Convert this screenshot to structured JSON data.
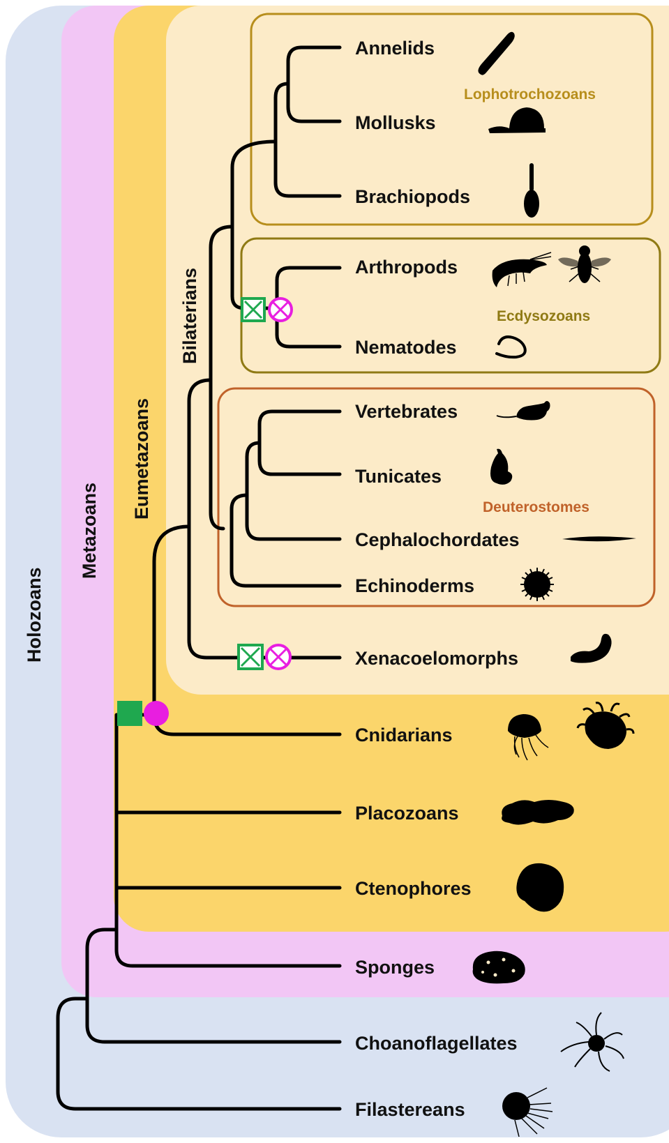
{
  "groups": {
    "holozoans": "Holozoans",
    "metazoans": "Metazoans",
    "eumetazoans": "Eumetazoans",
    "bilaterians": "Bilaterians"
  },
  "clades": {
    "lophotrochozoans": "Lophotrochozoans",
    "ecdysozoans": "Ecdysozoans",
    "deuterostomes": "Deuterostomes"
  },
  "taxa": {
    "annelids": "Annelids",
    "mollusks": "Mollusks",
    "brachiopods": "Brachiopods",
    "arthropods": "Arthropods",
    "nematodes": "Nematodes",
    "vertebrates": "Vertebrates",
    "tunicates": "Tunicates",
    "cephalochordates": "Cephalochordates",
    "echinoderms": "Echinoderms",
    "xenacoelomorphs": "Xenacoelomorphs",
    "cnidarians": "Cnidarians",
    "placozoans": "Placozoans",
    "ctenophores": "Ctenophores",
    "sponges": "Sponges",
    "choanoflagellates": "Choanoflagellates",
    "filastereans": "Filastereans"
  },
  "colors": {
    "holozoans_bg": "#d9e2f2",
    "metazoans_bg": "#f2c6f5",
    "eumetazoans_bg": "#fbd56b",
    "bilaterians_bg": "#fcebc8",
    "lophotrochozoans": "#b78e1c",
    "ecdysozoans": "#8f7a14",
    "deuterostomes": "#c0622a",
    "marker_green": "#1fa84f",
    "marker_magenta": "#e81ee0"
  }
}
